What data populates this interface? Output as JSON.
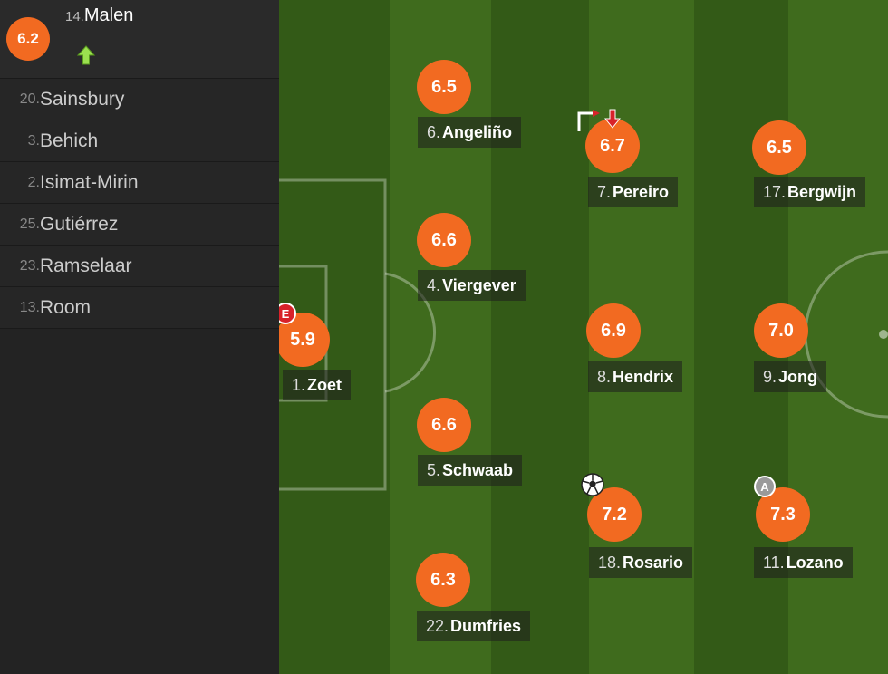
{
  "substitute_in": {
    "number": "14.",
    "name": "Malen",
    "rating": "6.2",
    "icon": "sub-in-arrow-icon"
  },
  "bench": [
    {
      "number": "20.",
      "name": "Sainsbury"
    },
    {
      "number": "3.",
      "name": "Behich"
    },
    {
      "number": "2.",
      "name": "Isimat-Mirin"
    },
    {
      "number": "25.",
      "name": "Gutiérrez"
    },
    {
      "number": "23.",
      "name": "Ramselaar"
    },
    {
      "number": "13.",
      "name": "Room"
    }
  ],
  "players": [
    {
      "number": "1.",
      "name": "Zoet",
      "rating": "5.9",
      "badge": "E"
    },
    {
      "number": "6.",
      "name": "Angeliño",
      "rating": "6.5"
    },
    {
      "number": "4.",
      "name": "Viergever",
      "rating": "6.6"
    },
    {
      "number": "5.",
      "name": "Schwaab",
      "rating": "6.6"
    },
    {
      "number": "22.",
      "name": "Dumfries",
      "rating": "6.3"
    },
    {
      "number": "7.",
      "name": "Pereiro",
      "rating": "6.7"
    },
    {
      "number": "8.",
      "name": "Hendrix",
      "rating": "6.9"
    },
    {
      "number": "18.",
      "name": "Rosario",
      "rating": "7.2"
    },
    {
      "number": "17.",
      "name": "Bergwijn",
      "rating": "6.5"
    },
    {
      "number": "9.",
      "name": "Jong",
      "rating": "7.0"
    },
    {
      "number": "11.",
      "name": "Lozano",
      "rating": "7.3",
      "badge": "A"
    }
  ],
  "colors": {
    "rating": "#f26a21",
    "pitch_light": "#3f6b1d",
    "pitch_dark": "#335a17"
  }
}
